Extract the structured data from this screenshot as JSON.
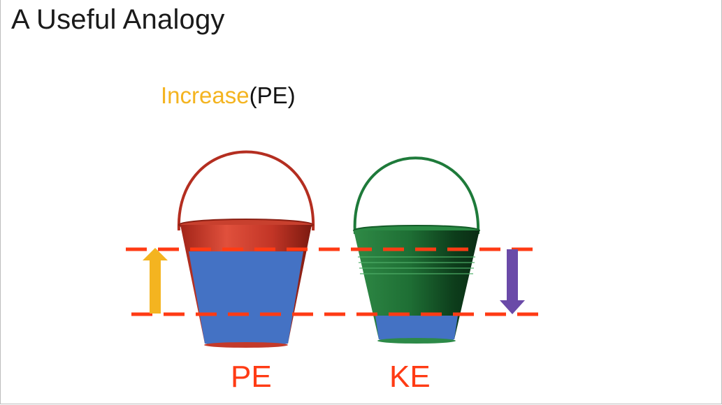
{
  "slide": {
    "title": "A Useful Analogy",
    "subtitle_part1": "Increase",
    "subtitle_part2": "(PE)"
  },
  "buckets": [
    {
      "label": "PE",
      "body_color": "#d13a2a",
      "fill_level": "high"
    },
    {
      "label": "KE",
      "body_color": "#1f7a3a",
      "fill_level": "low"
    }
  ],
  "colors": {
    "accent_yellow": "#f4b420",
    "accent_purple": "#6a4aa8",
    "dash_red": "#ff3b14",
    "water_blue": "#4472c4"
  },
  "arrows": [
    {
      "name": "up-arrow",
      "direction": "up",
      "color": "#f4b420"
    },
    {
      "name": "down-arrow",
      "direction": "down",
      "color": "#6a4aa8"
    }
  ]
}
